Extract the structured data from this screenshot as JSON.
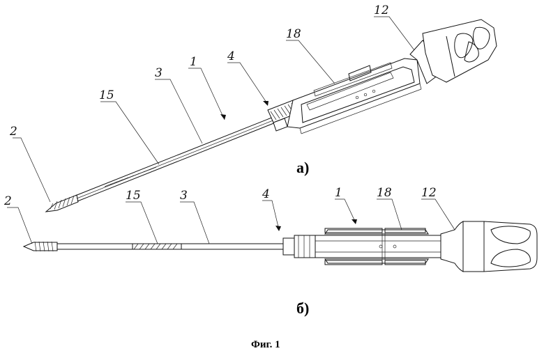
{
  "figure_caption": "Фиг. 1",
  "views": [
    {
      "id": "a",
      "label": "а)"
    },
    {
      "id": "b",
      "label": "б)"
    }
  ],
  "labels_top": {
    "n2": "2",
    "n15": "15",
    "n3": "3",
    "n1": "1",
    "n4": "4",
    "n18": "18",
    "n12": "12"
  },
  "labels_bottom": {
    "n2": "2",
    "n15": "15",
    "n3": "3",
    "n4": "4",
    "n1": "1",
    "n18": "18",
    "n12": "12"
  }
}
